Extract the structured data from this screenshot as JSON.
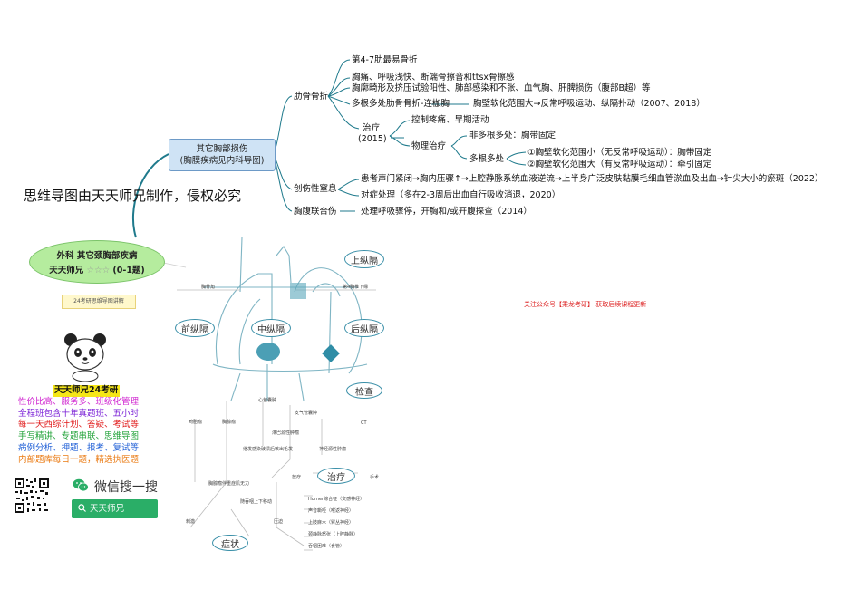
{
  "central_node": {
    "line1": "外科 其它颈胸部疾病",
    "line2_prefix": "天天师兄",
    "stars": "☆☆☆",
    "line2_suffix": "(0-1题)"
  },
  "badge": "24考研思维导图讲解",
  "notice": "思维导图由天天师兄制作，侵权必究",
  "topic": {
    "line1": "其它胸部损伤",
    "line2": "(胸膜疾病见内科导图)"
  },
  "rib_fracture": {
    "label": "肋骨骨折",
    "items": [
      "第4-7肋最易骨折",
      "胸痛、呼吸浅快、断端骨擦音和ttsx骨擦感",
      "胸廓畸形及挤压试验阳性、肺部感染和不张、血气胸、肝脾损伤（腹部B超）等"
    ],
    "flail": {
      "label": "多根多处肋骨骨折-连枷胸",
      "desc": "胸壁软化范围大→反常呼吸运动、纵隔扑动（2007、2018）"
    },
    "treatment": {
      "label": "治疗",
      "year": "(2015)",
      "control": "控制疼痛、早期活动",
      "physical": {
        "label": "物理治疗",
        "single": "非多根多处：胸带固定",
        "multi": {
          "label": "多根多处",
          "small": "①胸壁软化范围小（无反常呼吸运动）：胸带固定",
          "large": "②胸壁软化范围大（有反常呼吸运动）：牵引固定"
        }
      }
    }
  },
  "asphyxia": {
    "label": "创伤性窒息",
    "desc": "患者声门紧闭→胸内压骤↑→上腔静脉系统血液逆流→上半身广泛皮肤黏膜毛细血管淤血及出血→针尖大小的瘀斑（2022）",
    "treatment": "对症处理（多在2-3周后出血自行吸收消退，2020）"
  },
  "thoracoabdominal": {
    "label": "胸腹联合伤",
    "desc": "处理呼吸骤停，开胸和/或开腹探查（2014）"
  },
  "promo": {
    "title": "天天师兄24考研",
    "lines": [
      {
        "text": "性价比高、服务多、班级化管理",
        "color": "#d024d0"
      },
      {
        "text": "全程班包含十年真题班、五小时",
        "color": "#7a1fd6"
      },
      {
        "text": "每一天西综计划、答疑、考试等",
        "color": "#e01818"
      },
      {
        "text": "手写精讲、专题串联、思维导图",
        "color": "#23a33a"
      },
      {
        "text": "病例分析、押题、报考、复试等",
        "color": "#1f5fd6"
      },
      {
        "text": "内部题库每日一题，精选执医题",
        "color": "#ea7a12"
      }
    ]
  },
  "wechat": {
    "label": "微信搜一搜",
    "search": "天天师兄"
  },
  "red_note": "关注公众号【乘龙考研】 获取后续课程更新",
  "mediastinum": {
    "upper": "上纵隔",
    "anterior": "前纵隔",
    "middle": "中纵隔",
    "posterior": "后纵隔",
    "exam": "检查",
    "treatment": "治疗",
    "symptoms": "症状",
    "labels": {
      "sternal_angle": "胸骨角",
      "t4": "第4胸椎下缘",
      "thymoma": "胸腺瘤",
      "teratoma": "畸胎瘤",
      "pericardial_cyst": "心包囊肿",
      "bronchogenic_cyst": "支气管囊肿",
      "lymphoma": "淋巴源性肿瘤",
      "neurogenic": "神经源性肿瘤",
      "ct": "CT",
      "surgery": "手术",
      "radio": "放疗",
      "mg": "胸腺瘤伴重症肌无力",
      "teratoma_note": "继发感染破溃后咳出毛发",
      "compress": "压迫",
      "cough": "刺激",
      "horner": "Horner综合征（交感神经）",
      "hoarse": "声音嘶哑（喉返神经）",
      "arm": "上肢麻木（臂丛神经）",
      "svc": "颈静脉怒张（上腔静脉）",
      "dysphagia": "吞咽困难（食管）",
      "move": "随吞咽上下移动"
    }
  }
}
